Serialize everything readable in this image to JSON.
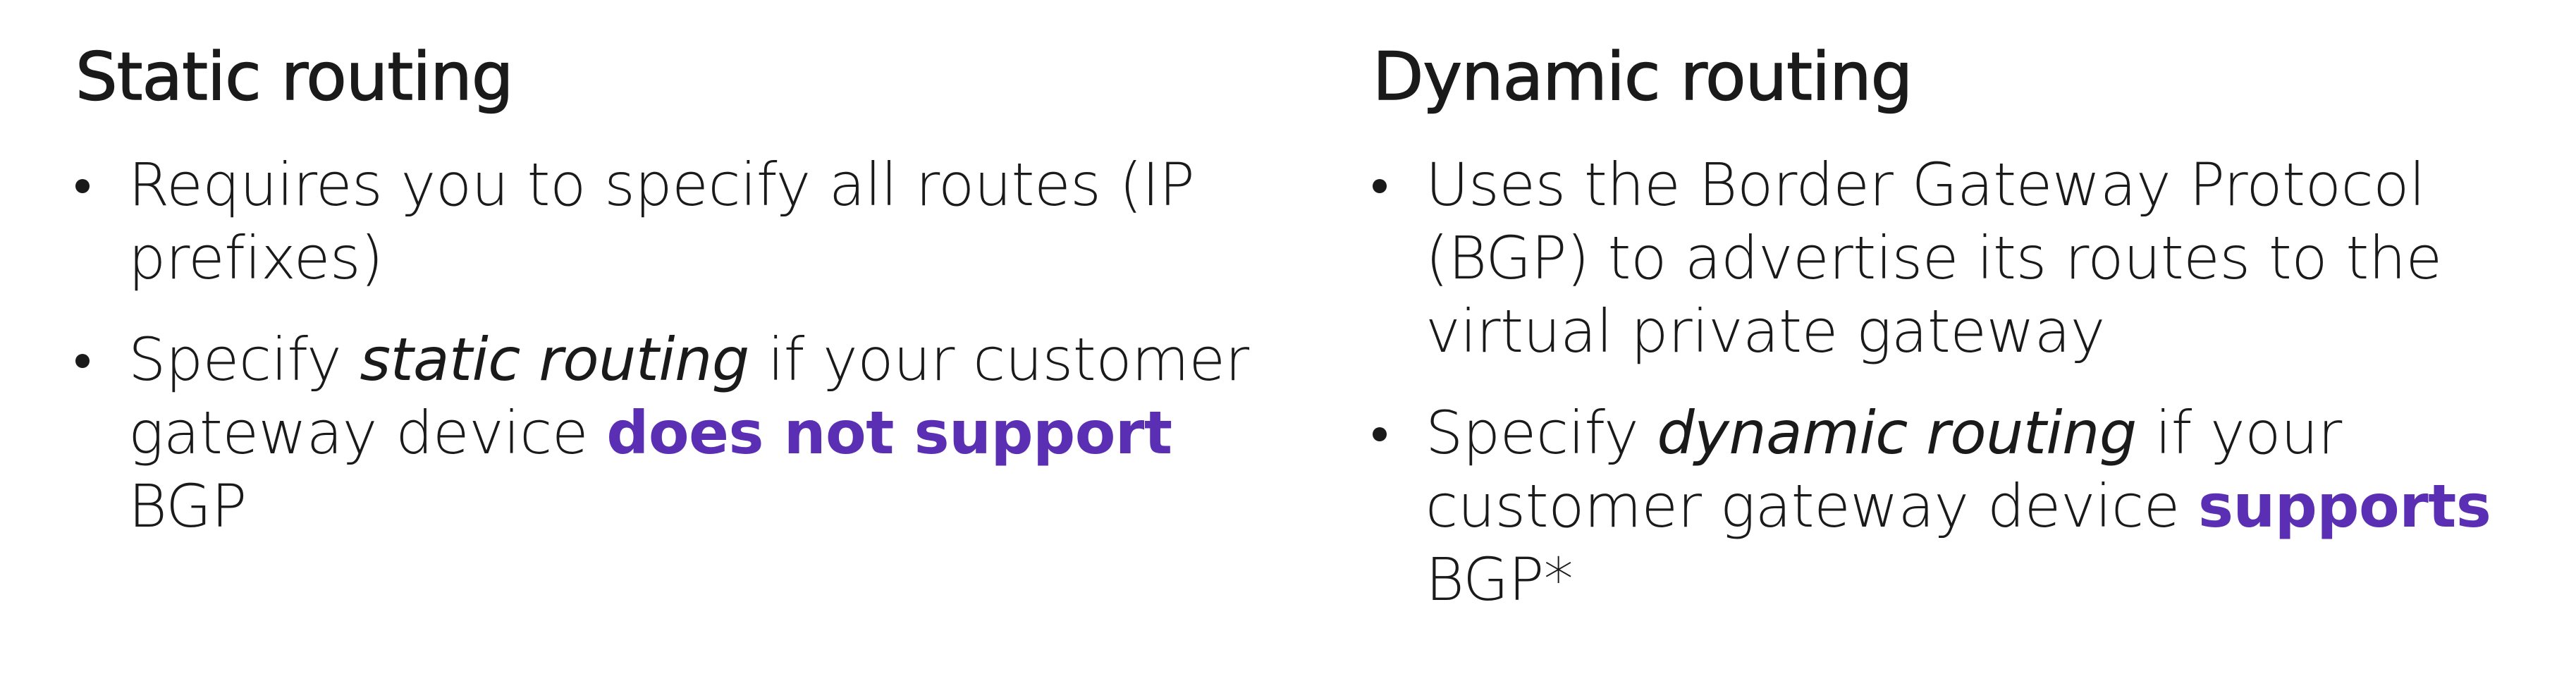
{
  "static": {
    "title": "Static routing",
    "b1_l1": "Requires you to specify all routes (IP",
    "b1_l2": "prefixes)",
    "b2_pre": "Specify ",
    "b2_em": "static routing",
    "b2_post": " if your customer",
    "b2_l2_pre": "gateway device ",
    "b2_hl": "does not support",
    "b2_l3": "BGP"
  },
  "dynamic": {
    "title": "Dynamic routing",
    "b1_l1": "Uses the Border Gateway Protocol",
    "b1_l2": "(BGP) to advertise its routes to the",
    "b1_l3": "virtual private gateway",
    "b2_pre": "Specify ",
    "b2_em": "dynamic routing",
    "b2_post": " if your",
    "b2_l2_pre": "customer gateway device ",
    "b2_hl": "supports",
    "b2_l3": "BGP*"
  },
  "colors": {
    "highlight": "#5b2fb3",
    "text": "#1a1a1a",
    "background": "#ffffff"
  }
}
